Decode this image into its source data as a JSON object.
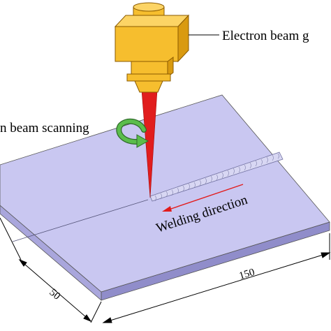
{
  "labels": {
    "gun": "Electron beam g",
    "scanning": "n beam scanning",
    "direction": "Welding direction",
    "width": "50",
    "length": "150"
  },
  "colors": {
    "plate_top": "#c9c7f1",
    "plate_front": "#a9a6dc",
    "plate_right": "#908dca",
    "gun_body": "#f6be2e",
    "gun_shade": "#d99a10",
    "beam": "#e11d1d",
    "arrow_green": "#4caa3f",
    "direction_arrow": "#e21b1b"
  }
}
